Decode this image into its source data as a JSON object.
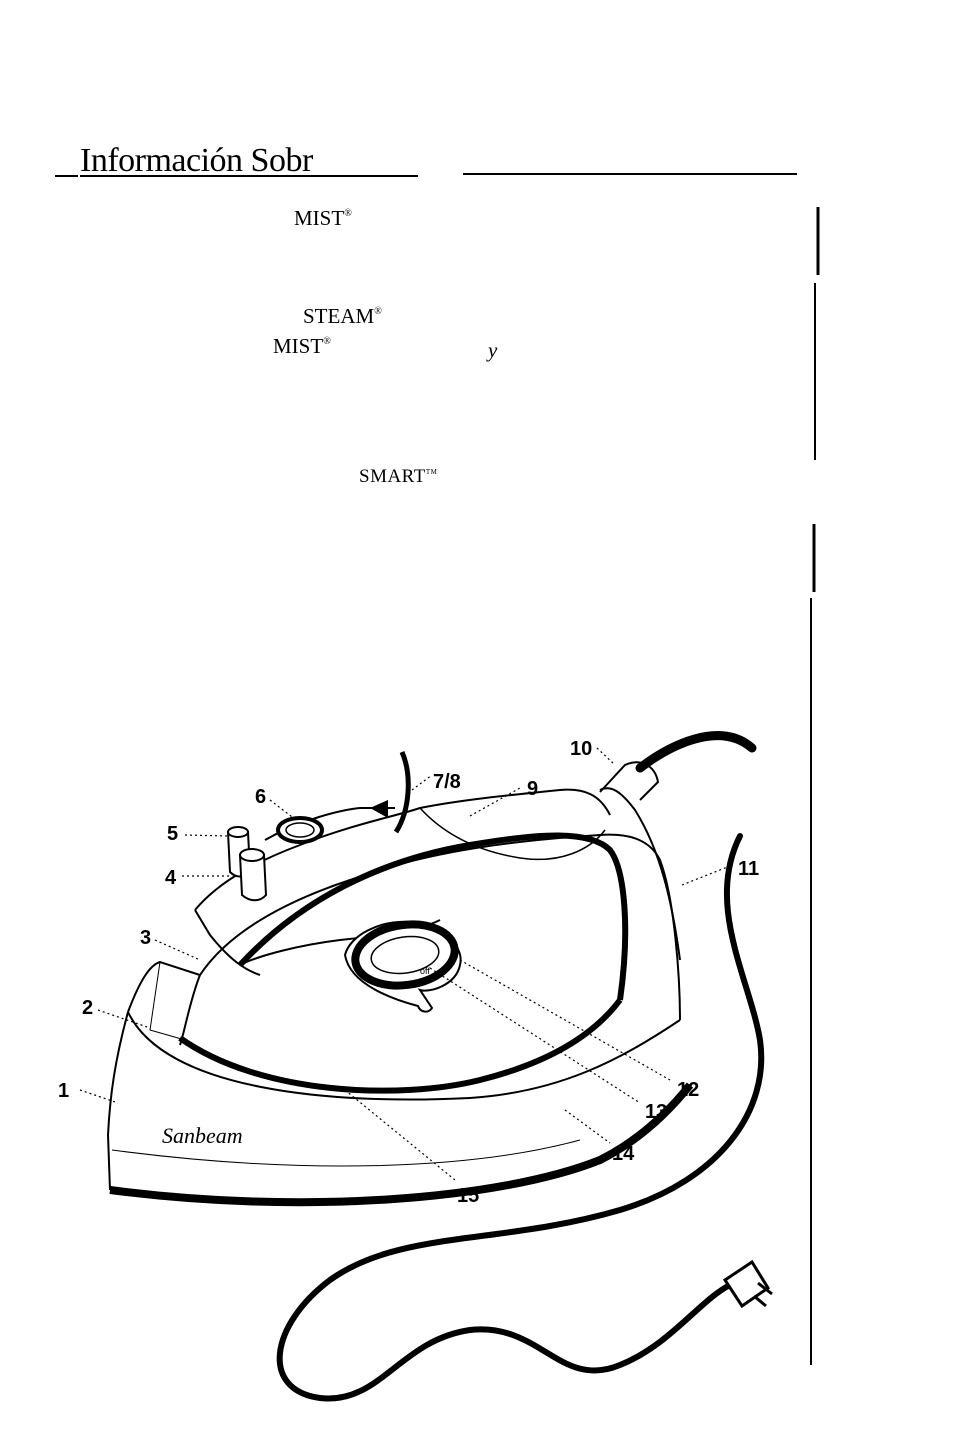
{
  "page": {
    "heading": "Información Sobr",
    "fragments": {
      "mist_1": "MIST",
      "mist_1_mark": "®",
      "steam": "STEAM",
      "steam_mark": "®",
      "mist_2": "MIST",
      "mist_2_mark": "®",
      "conjunction": "y",
      "smart": "SMART",
      "smart_mark": "TM"
    }
  },
  "diagram": {
    "brand": "Sanbeam",
    "dial_text": "off",
    "callouts": [
      "1",
      "2",
      "3",
      "4",
      "5",
      "6",
      "7/8",
      "9",
      "10",
      "11",
      "12",
      "13",
      "14",
      "15"
    ]
  }
}
